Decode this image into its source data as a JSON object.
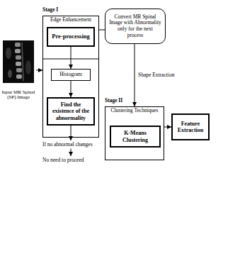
{
  "diagram": {
    "nodes": [
      {
        "text": [
          "Input MR Spinal (SP) Image"
        ]
      },
      {
        "text": [
          "Stage I",
          "Edge Enhancement"
        ]
      },
      {
        "text": [
          "Pre-processing"
        ],
        "in": 1
      },
      {
        "text": [
          "Histogram"
        ],
        "in": 1
      },
      {
        "text": [
          "Find the existence of the abnormality"
        ],
        "in": 1
      },
      {
        "text": [
          "Convert MR Spinal Image with Abnormality only for the next process"
        ]
      },
      {
        "text": [
          "Stage II",
          "Clustering Techniques"
        ]
      },
      {
        "text": [
          "K-Means Clustering"
        ],
        "in": 6
      },
      {
        "text": [
          "Feature Extraction"
        ]
      }
    ],
    "edges": [
      {
        "from": 0,
        "to": 1,
        "arrow": "to"
      },
      {
        "from": 1,
        "to": 5,
        "arrow": "none"
      },
      {
        "from": 2,
        "to": 3,
        "arrow": "to"
      },
      {
        "from": 3,
        "to": 4,
        "arrow": "to"
      },
      {
        "from": 5,
        "to": 6,
        "label": "Shape Extraction",
        "arrow": "to"
      },
      {
        "from": 6,
        "to": 8,
        "arrow": "to"
      }
    ],
    "labels": [
      "If no abnormal changes",
      "No need to proceed"
    ]
  }
}
